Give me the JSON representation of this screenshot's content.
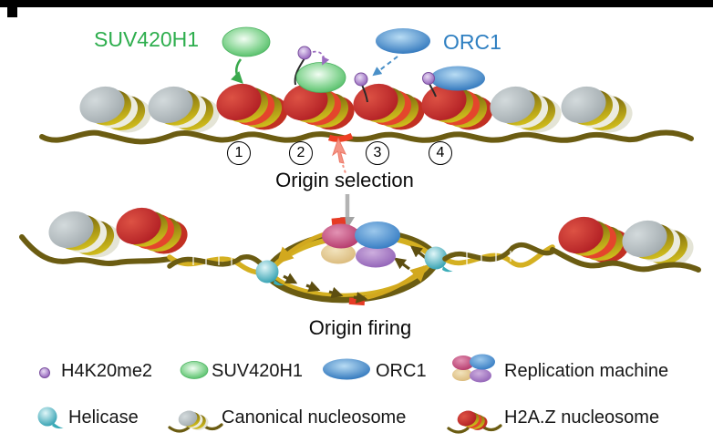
{
  "figure": {
    "protein_labels": {
      "suv420h1": "SUV420H1",
      "orc1": "ORC1"
    },
    "stage_labels": {
      "selection": "Origin selection",
      "firing": "Origin firing"
    },
    "steps": [
      {
        "label": "1"
      },
      {
        "label": "2"
      },
      {
        "label": "3"
      },
      {
        "label": "4"
      }
    ],
    "legend": {
      "items": [
        {
          "label": "H4K20me2",
          "icon": "h4k20me2-dot-icon"
        },
        {
          "label": "SUV420H1",
          "icon": "suv420h1-ellipse-icon"
        },
        {
          "label": "ORC1",
          "icon": "orc1-ellipse-icon"
        },
        {
          "label": "Replication machine",
          "icon": "replication-machine-icon"
        },
        {
          "label": "Helicase",
          "icon": "helicase-icon"
        },
        {
          "label": "Canonical nucleosome",
          "icon": "canonical-nucleosome-icon"
        },
        {
          "label": "H2A.Z nucleosome",
          "icon": "h2az-nucleosome-icon"
        }
      ]
    },
    "colors": {
      "suv420h1_green": "#2EAE4E",
      "orc1_blue": "#2E7FC1",
      "h4k20me2_purple": "#9B6CC0",
      "helicase_teal": "#3AACB8",
      "h2az_red": "#C62828",
      "canonical_gray": "#B7BFC3",
      "dna_olive": "#6B5C12",
      "dna_gold": "#D4B021",
      "origin_mark_red": "#E63B25"
    }
  }
}
